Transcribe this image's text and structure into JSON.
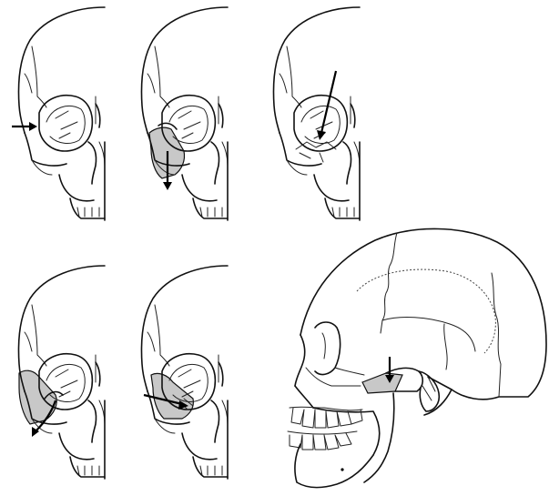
{
  "figure": {
    "panels": [
      {
        "id": "p1",
        "fracture": "zygomatic-arch-inward",
        "shaded": false
      },
      {
        "id": "p2",
        "fracture": "zygoma-downward",
        "shaded": true
      },
      {
        "id": "p3",
        "fracture": "orbital-floor-blowout",
        "shaded": false
      },
      {
        "id": "p4",
        "fracture": "zygoma-rotated-down",
        "shaded": true
      },
      {
        "id": "p5",
        "fracture": "zygoma-medially-displaced",
        "shaded": true
      },
      {
        "id": "p6",
        "fracture": "lateral-skull-arch",
        "shaded": true
      }
    ],
    "colors": {
      "line": "#111111",
      "shade": "#c8c8c8",
      "background": "#ffffff"
    }
  }
}
